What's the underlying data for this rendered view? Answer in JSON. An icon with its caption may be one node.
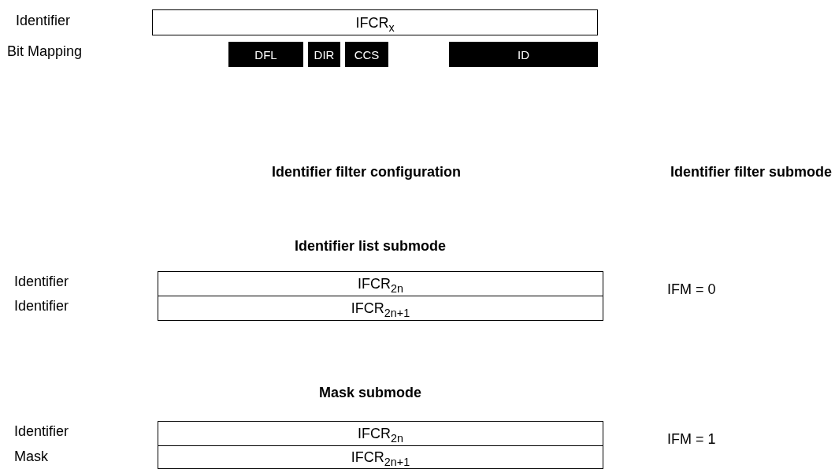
{
  "diagram": {
    "nodes": [
      {
        "text": [
          "IFCR$_{x}$"
        ]
      },
      {
        "text": [
          "DFL"
        ]
      },
      {
        "text": [
          "DIR"
        ]
      },
      {
        "text": [
          "CCS"
        ]
      },
      {
        "text": [
          "ID"
        ]
      },
      {
        "text": [
          "IFCR$_{2n}$"
        ]
      },
      {
        "text": [
          "IFCR$_{2n+1}$"
        ]
      },
      {
        "text": [
          "IFCR$_{2n}$"
        ]
      },
      {
        "text": [
          "IFCR$_{2n+1}$"
        ]
      }
    ],
    "labels": [
      "Identifier",
      "Bit Mapping",
      "Identifier filter configuration",
      "Identifier filter submode",
      "Identifier list submode",
      "Identifier",
      "Identifier",
      "IFM = 0",
      "Mask submode",
      "Identifier",
      "Mask",
      "IFM = 1"
    ]
  }
}
